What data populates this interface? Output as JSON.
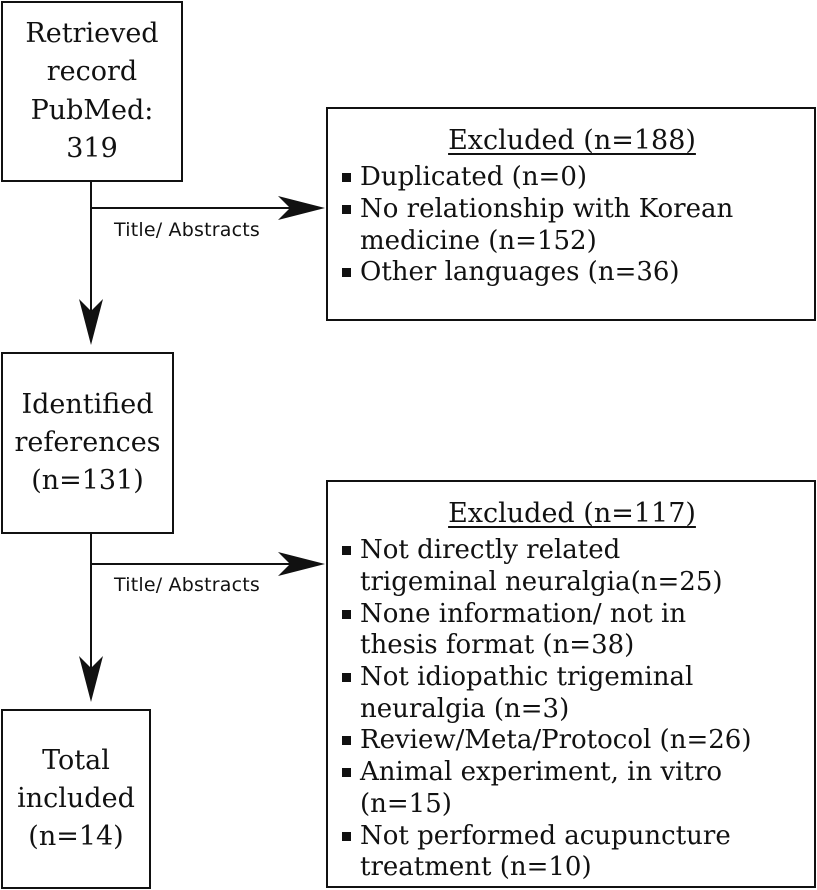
{
  "nodes": {
    "retrieved": {
      "lines": [
        "Retrieved",
        "record",
        "PubMed: 319"
      ]
    },
    "identified": {
      "lines": [
        "Identified",
        "references",
        "(n=131)"
      ]
    },
    "total": {
      "lines": [
        "Total",
        "included",
        "(n=14)"
      ]
    }
  },
  "exclusions": [
    {
      "title": "Excluded (n=188)",
      "items": [
        "Duplicated (n=0)",
        "No relationship with Korean medicine (n=152)",
        "Other languages (n=36)"
      ]
    },
    {
      "title": "Excluded (n=117)",
      "items": [
        "Not directly related trigeminal neuralgia(n=25)",
        "None information/ not in thesis format (n=38)",
        "Not idiopathic trigeminal neuralgia (n=3)",
        "Review/Meta/Protocol (n=26)",
        "Animal experiment, in vitro (n=15)",
        "Not performed acupuncture treatment (n=10)"
      ]
    }
  ],
  "edge_labels": {
    "first": "Title/ Abstracts",
    "second": "Title/ Abstracts"
  },
  "colors": {
    "stroke": "#111111",
    "background": "#ffffff"
  }
}
